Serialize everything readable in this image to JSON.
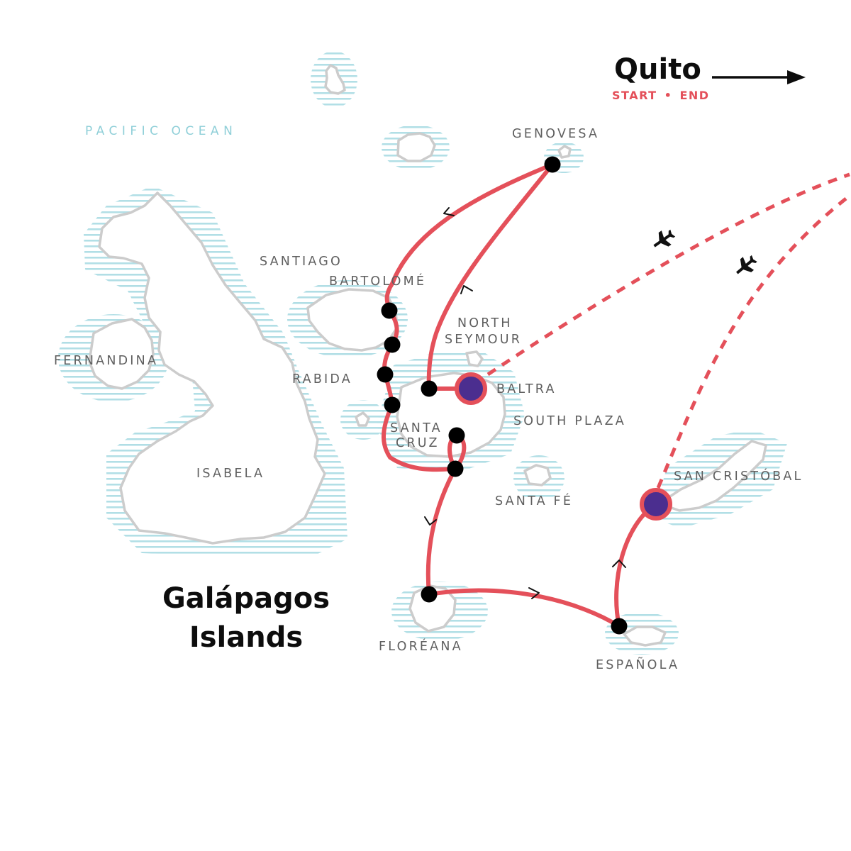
{
  "header": {
    "destination": "Quito",
    "start_label": "START",
    "separator": "•",
    "end_label": "END"
  },
  "title": {
    "line1": "Galápagos",
    "line2": "Islands"
  },
  "ocean_label": "PACIFIC OCEAN",
  "labels": {
    "genovesa": "GENOVESA",
    "santiago": "SANTIAGO",
    "bartolome": "BARTOLOMÉ",
    "north": "NORTH",
    "seymour": "SEYMOUR",
    "fernandina": "FERNANDINA",
    "rabida": "RABIDA",
    "baltra": "BALTRA",
    "south_plaza": "SOUTH PLAZA",
    "santa": "SANTA",
    "cruz": "CRUZ",
    "isabela": "ISABELA",
    "santa_fe": "SANTA FÉ",
    "san_cristobal": "SAN CRISTÓBAL",
    "floreana": "FLORÉANA",
    "espanola": "ESPAÑOLA"
  },
  "icons": {
    "arrow": "arrow-right-icon",
    "plane": "airplane-icon"
  },
  "colors": {
    "route": "#e4505a",
    "hub_fill": "#4b2e8f",
    "stop": "#000000",
    "island_outline": "#cccccc",
    "water_lines": "#a9dbe3",
    "ocean_text": "#8fcfd8",
    "label_text": "#5f5f5f"
  }
}
